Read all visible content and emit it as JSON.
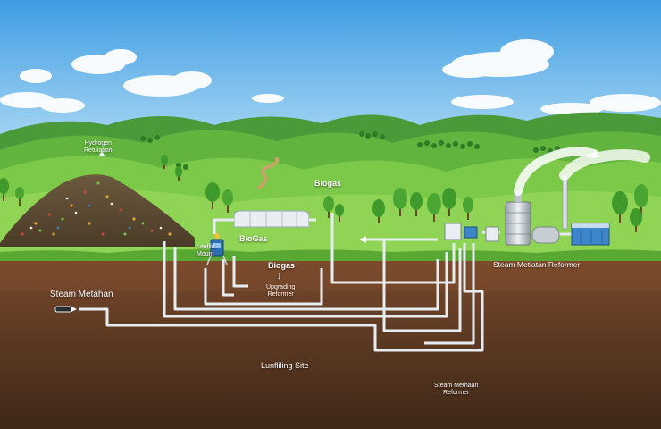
{
  "colors": {
    "sky_top": "#4aa6e8",
    "sky_bottom": "#d6eefa",
    "hill_light": "#8fd14f",
    "hill_dark": "#3f9a2c",
    "grass": "#5bb33a",
    "topsoil": "#7a4a2a",
    "subsoil": "#4a2f1e",
    "pipe": "#e9eef2",
    "label_text": "#ffffff"
  },
  "labels": {
    "hydrogen_line1": "Hydrogen",
    "hydrogen_line2": "Retulation",
    "biogas_top": "Biogas",
    "landfill_mount_line1": "Lanfild",
    "landfill_mount_line2": "Mount",
    "biogas_mid": "BioGas",
    "biogas_lower": "Biogas",
    "arrow_down": "↓",
    "upgrading_line1": "Upgrading",
    "upgrading_line2": "Reformer",
    "steam_metahan": "Steam Metahan",
    "steam_reformer_right": "Steam Metiatan Reformer",
    "landfilling_site": "Lunfliling Site",
    "steam_methaan_line1": "Steam Methaan",
    "steam_methaan_line2": "Reformer"
  },
  "icons": {
    "landfill": "waste-pile-icon",
    "greenhouse": "greenhouse-icon",
    "reactor": "steam-reformer-tower-icon",
    "tank": "storage-tank-icon",
    "container": "hydrogen-container-icon",
    "pump": "gas-pump-icon",
    "outlet": "pipe-outlet-icon"
  }
}
